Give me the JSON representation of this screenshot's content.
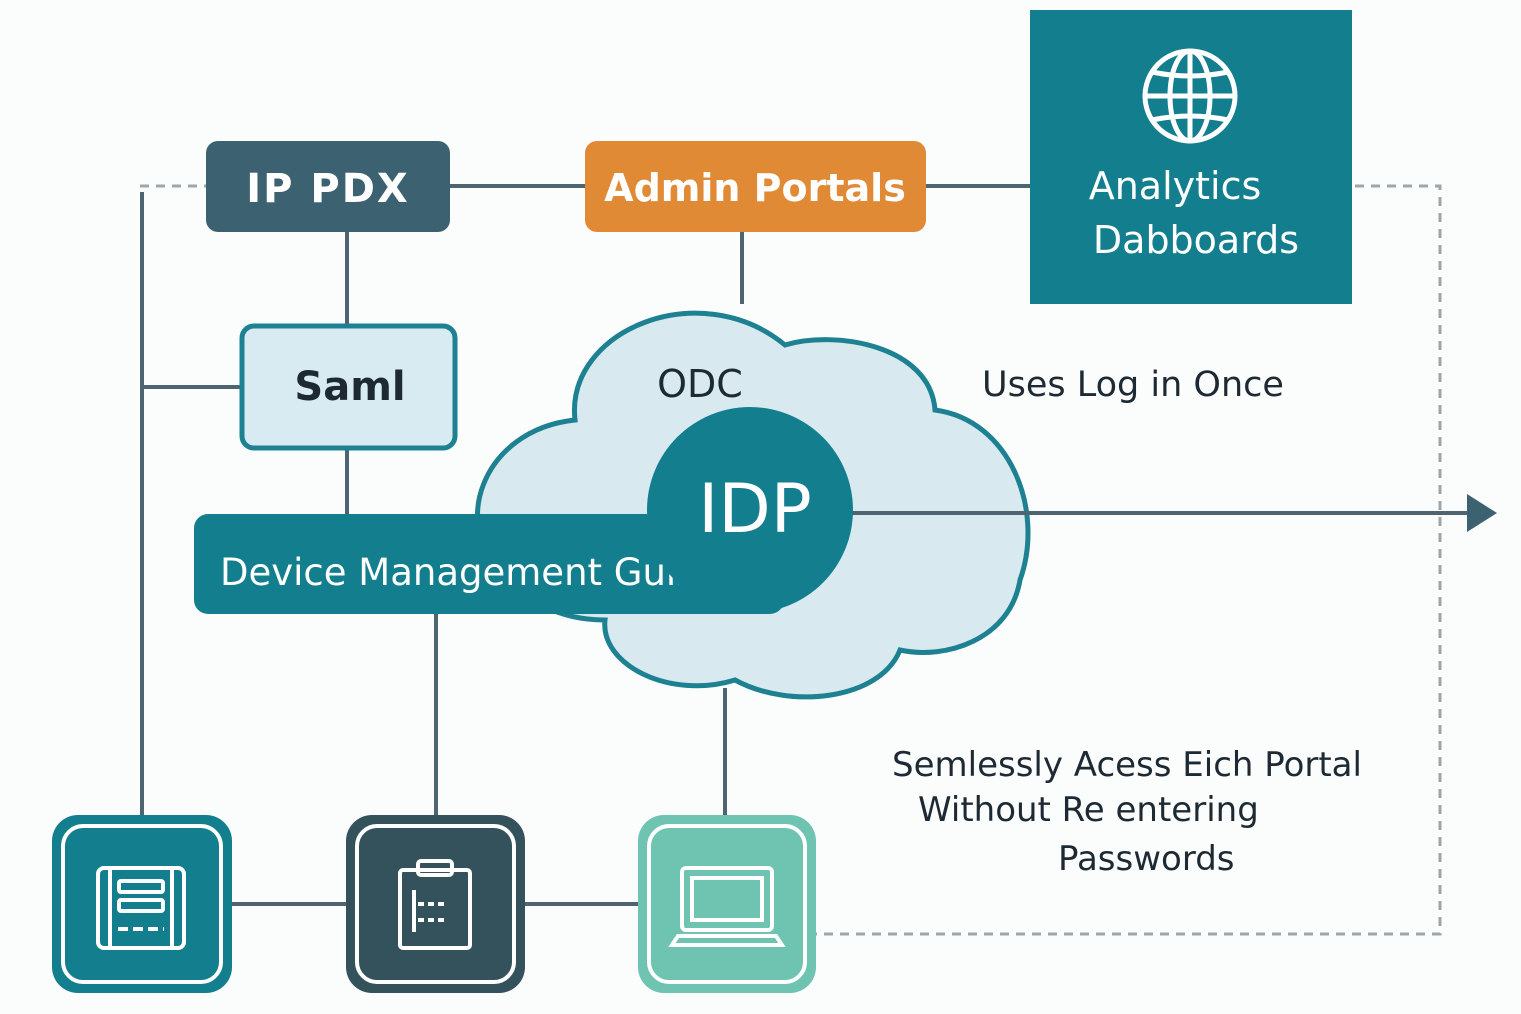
{
  "nodes": {
    "ip_pdx": "IP PDX",
    "admin_portals": "Admin Portals",
    "analytics_line1": "Analytics",
    "analytics_line2": "Dabboards",
    "saml": "Saml",
    "odc": "ODC",
    "idp": "IDP",
    "device_management": "Device Management Guis"
  },
  "annotations": {
    "log_in_once": "Uses Log in Once",
    "seamless_line1": "Semlessly Acess Eich Portal",
    "seamless_line2": "Without Re entering",
    "seamless_line3": "Passwords"
  },
  "icons": [
    "globe-icon",
    "server-rack-icon",
    "clipboard-icon",
    "laptop-icon"
  ],
  "colors": {
    "slate": "#3c6272",
    "orange": "#e08a36",
    "teal": "#137f8e",
    "dark_teal": "#34525c",
    "mint": "#6ec4b0",
    "cloud_fill": "#d8e9f0",
    "saml_fill": "#d9ebf2",
    "line": "#4e6470"
  }
}
